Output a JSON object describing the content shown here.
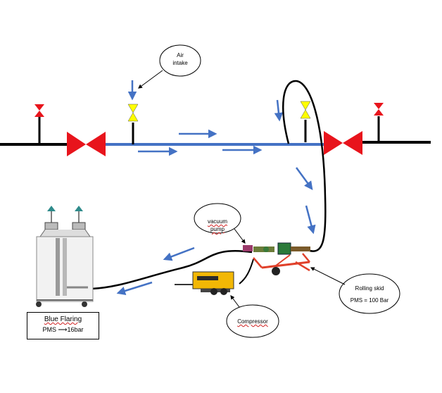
{
  "callouts": {
    "air_intake": "Air\nintake",
    "vacuum_pump": "vacuum\npump",
    "compressor": "Compressor",
    "rolling_skid_name": "Rolling skid",
    "rolling_skid_pms": "PMS = 100 Bar"
  },
  "blue_flaring": {
    "title": "Blue Flaring",
    "pms_label": "PMS",
    "pms_value": "16bar"
  },
  "colors": {
    "pipeline": "#000000",
    "purged_section": "#4472c4",
    "flow_arrow": "#4472c4",
    "block_valve": "#e8141c",
    "intake_valve": "#ffff00",
    "skid_frame": "#e0402a",
    "compressor_body": "#f2b705"
  },
  "icons": [
    "block-valve-icon",
    "intake-valve-icon",
    "flow-arrow-icon",
    "flaring-unit-icon",
    "compressor-icon",
    "rolling-skid-icon"
  ]
}
